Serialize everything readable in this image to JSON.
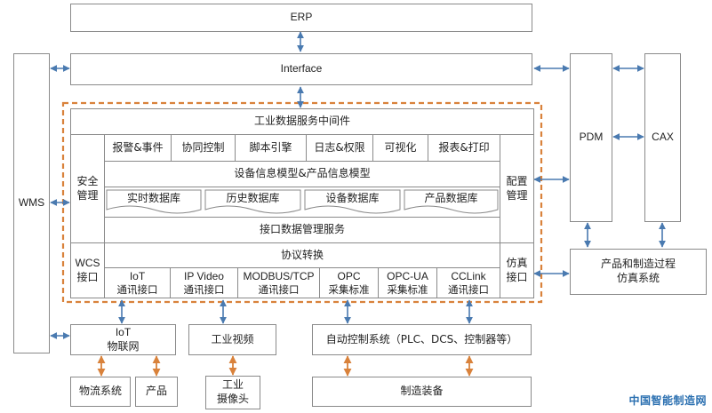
{
  "colors": {
    "arrow_blue": "#4a7ab0",
    "arrow_orange": "#d9823b",
    "dashed_border": "#d9823b",
    "box_border": "#8a8a8a"
  },
  "erp": "ERP",
  "interface": "Interface",
  "wms": "WMS",
  "pdm": "PDM",
  "cax": "CAX",
  "simulation_system": {
    "line1": "产品和制造过程",
    "line2": "仿真系统"
  },
  "middleware": {
    "title": "工业数据服务中间件",
    "security": {
      "line1": "安全",
      "line2": "管理"
    },
    "config": {
      "line1": "配置",
      "line2": "管理"
    },
    "wcs": {
      "line1": "WCS",
      "line2": "接口"
    },
    "sim_interface": {
      "line1": "仿真",
      "line2": "接口"
    },
    "modules": [
      "报警&事件",
      "协同控制",
      "脚本引擎",
      "日志&权限",
      "可视化",
      "报表&打印"
    ],
    "info_model": "设备信息模型&产品信息模型",
    "databases": [
      "实时数据库",
      "历史数据库",
      "设备数据库",
      "产品数据库"
    ],
    "interface_service": "接口数据管理服务",
    "protocol_conversion": "协议转换",
    "protocols": [
      {
        "name": "IoT",
        "sub": "通讯接口"
      },
      {
        "name": "IP Video",
        "sub": "通讯接口"
      },
      {
        "name": "MODBUS/TCP",
        "sub": "通讯接口"
      },
      {
        "name": "OPC",
        "sub": "采集标准"
      },
      {
        "name": "OPC-UA",
        "sub": "采集标准"
      },
      {
        "name": "CCLink",
        "sub": "通讯接口"
      }
    ]
  },
  "bottom": {
    "iot": {
      "line1": "IoT",
      "line2": "物联网"
    },
    "industrial_video": "工业视频",
    "automation": "自动控制系统（PLC、DCS、控制器等）",
    "logistics": "物流系统",
    "product": "产品",
    "camera": {
      "line1": "工业",
      "line2": "摄像头"
    },
    "manufacturing": "制造装备"
  },
  "watermark": "中国智能制造网"
}
